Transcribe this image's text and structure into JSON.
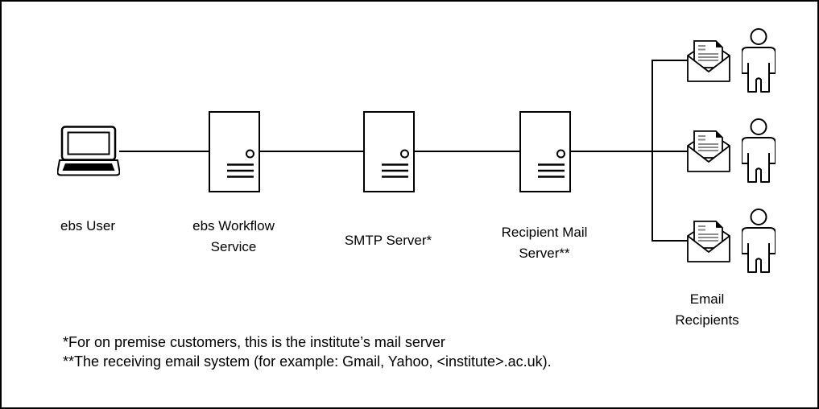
{
  "nodes": {
    "user": {
      "label": "ebs User"
    },
    "workflow": {
      "line1": "ebs Workflow",
      "line2": "Service"
    },
    "smtp": {
      "label": "SMTP Server*"
    },
    "mail_server": {
      "line1": "Recipient Mail",
      "line2": "Server**"
    },
    "recipients": {
      "line1": "Email",
      "line2": "Recipients"
    }
  },
  "footnotes": {
    "line1": "*For on premise customers, this is the institute’s mail server",
    "line2": "**The receiving email system (for example: Gmail, Yahoo, <institute>.ac.uk)."
  },
  "icons": {
    "user": "laptop-icon",
    "server": "server-icon",
    "email": "open-envelope-letter-icon",
    "recipient": "person-icon"
  },
  "colors": {
    "stroke": "#000000",
    "background": "#ffffff",
    "letter_text_lines": "#8c8c8c"
  }
}
